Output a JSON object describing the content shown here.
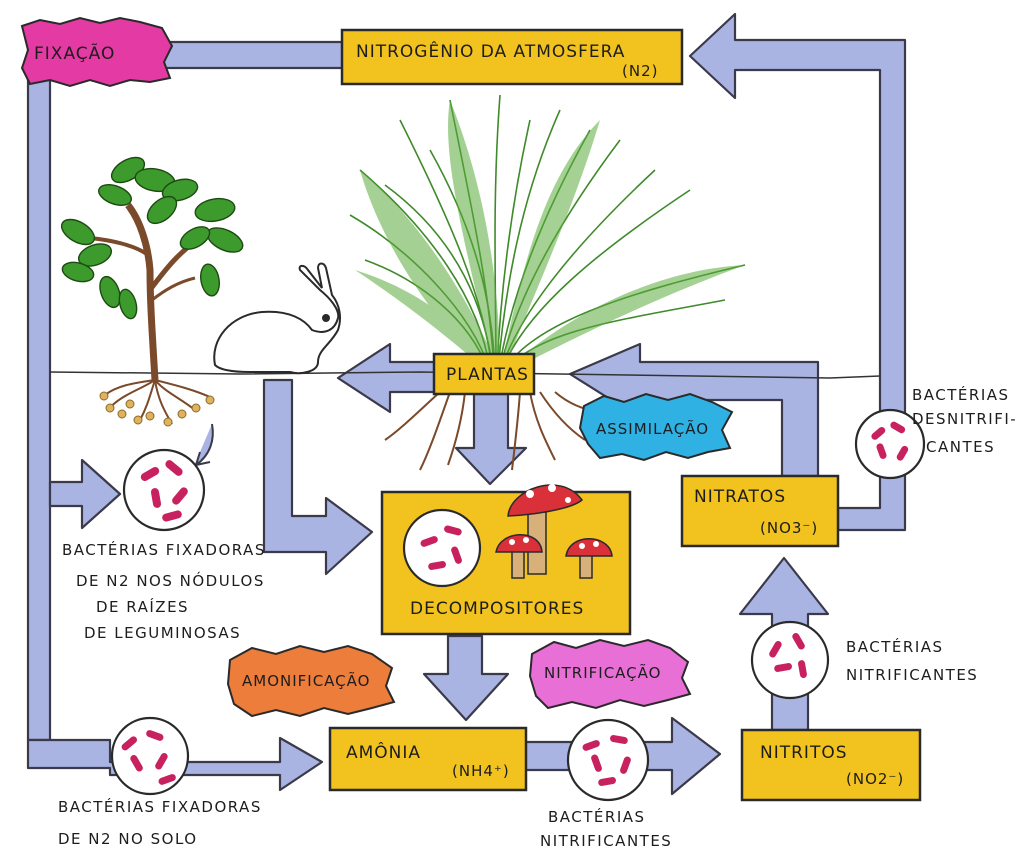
{
  "boxes": {
    "atmosphere": "NITROGÊNIO DA ATMOSFERA",
    "atmosphere_formula": "(N2)",
    "plants": "PLANTAS",
    "decomposers": "DECOMPOSITORES",
    "nitrates": "NITRATOS",
    "nitrates_formula": "(NO3⁻)",
    "ammonia": "AMÔNIA",
    "ammonia_formula": "(NH4⁺)",
    "nitrites": "NITRITOS",
    "nitrites_formula": "(NO2⁻)"
  },
  "processes": {
    "fixation": "FIXAÇÃO",
    "assimilation": "ASSIMILAÇÃO",
    "ammonification": "AMONIFICAÇÃO",
    "nitrification": "NITRIFICAÇÃO"
  },
  "bacteria_labels": {
    "legume_line1": "BACTÉRIAS FIXADORAS",
    "legume_line2": "DE N2 NOS NÓDULOS",
    "legume_line3": "DE RAÍZES",
    "legume_line4": "DE LEGUMINOSAS",
    "soil_line1": "BACTÉRIAS FIXADORAS",
    "soil_line2": "DE N2 NO SOLO",
    "nitrifying_bottom_line1": "BACTÉRIAS",
    "nitrifying_bottom_line2": "NITRIFICANTES",
    "nitrifying_right_line1": "BACTÉRIAS",
    "nitrifying_right_line2": "NITRIFICANTES",
    "denitrifying_line1": "BACTÉRIAS",
    "denitrifying_line2": "DESNITRIFI-",
    "denitrifying_line3": "CANTES"
  },
  "colors": {
    "arrow_fill": "#a9b4e2",
    "box_fill": "#f2c21f",
    "fixation_badge": "#e33aa3",
    "nitrification_badge": "#e86fd6",
    "ammonification_badge": "#ec7d3a",
    "assimilation_badge": "#2fb1e4",
    "bacteria_color": "#c8215f",
    "grass_color": "#4f9e32"
  }
}
